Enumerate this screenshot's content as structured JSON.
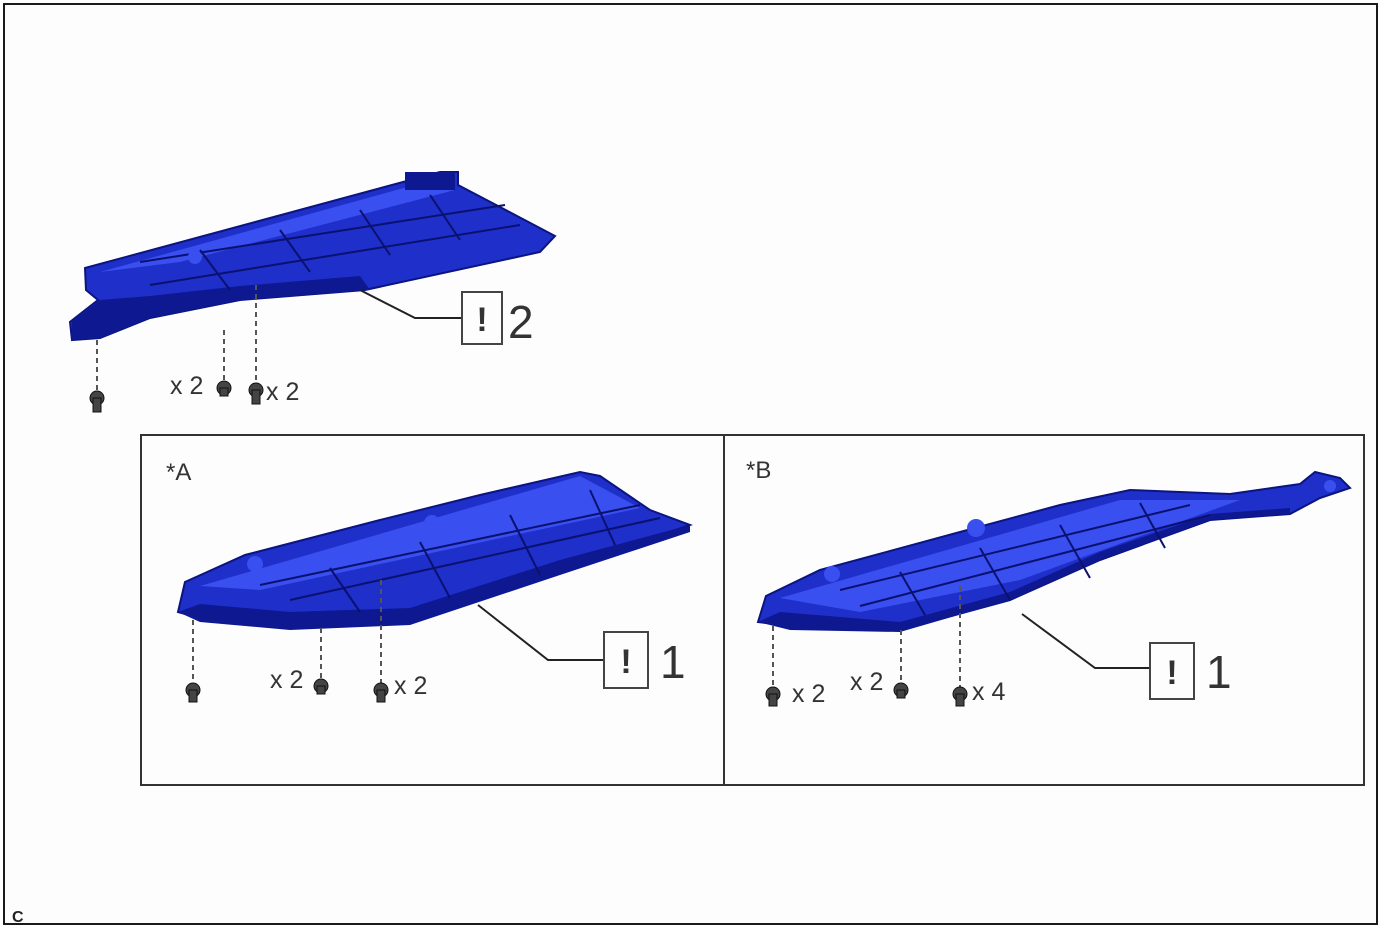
{
  "top_part": {
    "call_out": {
      "symbol": "!",
      "number": "2"
    },
    "quantities": [
      "x 2",
      "x 2"
    ]
  },
  "panel_a": {
    "label": "*A",
    "call_out": {
      "symbol": "!",
      "number": "1"
    },
    "quantities": [
      "x 2",
      "x 2"
    ]
  },
  "panel_b": {
    "label": "*B",
    "call_out": {
      "symbol": "!",
      "number": "1"
    },
    "quantities": [
      "x 2",
      "x 2",
      "x 4"
    ]
  },
  "corner_label": "C",
  "colors": {
    "part": "#1f2fc9",
    "part_dark": "#0e1890",
    "line": "#222222"
  }
}
